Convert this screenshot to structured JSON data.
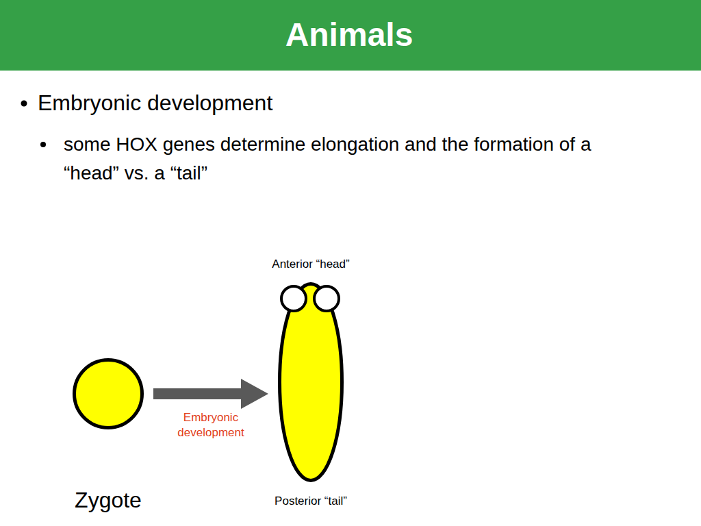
{
  "diagram": {
    "title": "Animals",
    "nodes": [
      {
        "text": [
          "Zygote"
        ]
      },
      {
        "text": [
          "Anterior “head”",
          "Posterior “tail”"
        ]
      }
    ],
    "edges": [
      {
        "from": 0,
        "to": 1,
        "arrow": "to",
        "label": "Embryonic development"
      }
    ],
    "labels": [
      "Embryonic development",
      "some HOX genes determine elongation and the formation of a “head” vs. a “tail”"
    ]
  }
}
